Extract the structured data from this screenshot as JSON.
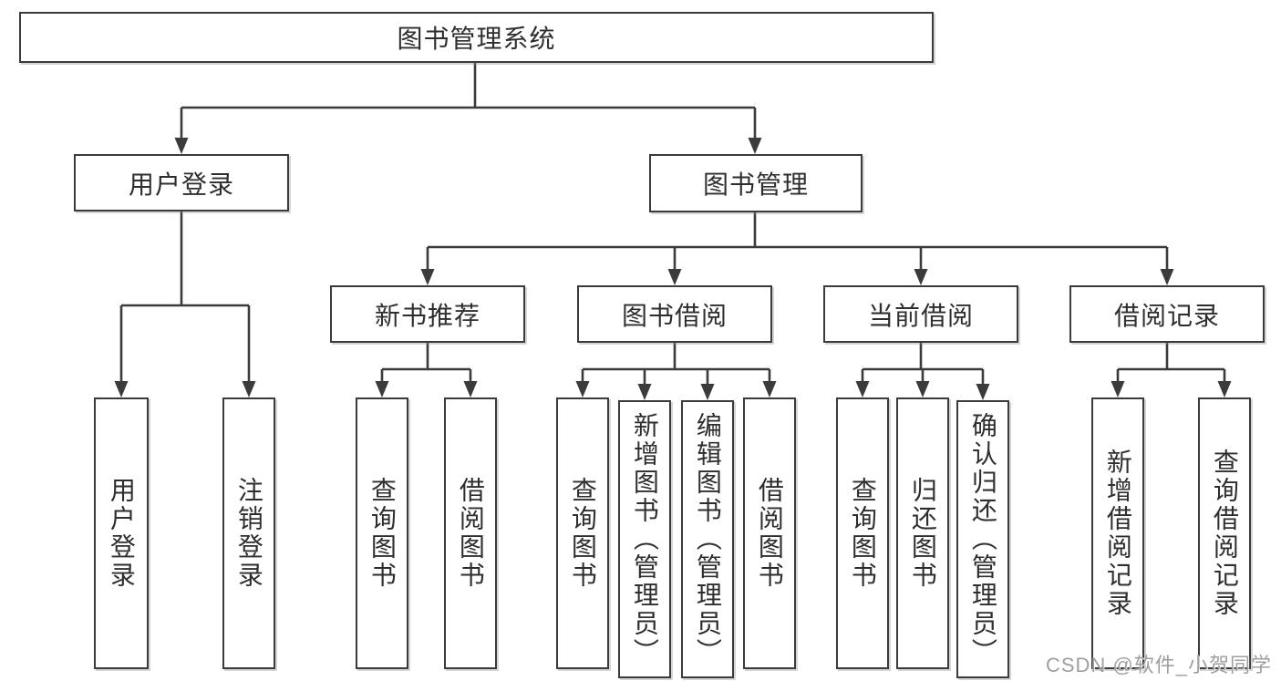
{
  "colors": {
    "line": "#3b3b3b",
    "box_border": "#3b3b3b",
    "box_fill": "#ffffff",
    "text": "#2e2e2e",
    "watermark": "#9f9f9f",
    "background": "#ffffff"
  },
  "tree": {
    "root": {
      "label": "图书管理系统"
    },
    "branches": [
      {
        "label": "用户登录",
        "children": [
          {
            "label": "用户登录"
          },
          {
            "label": "注销登录"
          }
        ]
      },
      {
        "label": "图书管理",
        "children": [
          {
            "label": "新书推荐",
            "children": [
              {
                "label": "查询图书"
              },
              {
                "label": "借阅图书"
              }
            ]
          },
          {
            "label": "图书借阅",
            "children": [
              {
                "label": "查询图书"
              },
              {
                "label": "新增图书（管理员）"
              },
              {
                "label": "编辑图书（管理员）"
              },
              {
                "label": "借阅图书"
              }
            ]
          },
          {
            "label": "当前借阅",
            "children": [
              {
                "label": "查询图书"
              },
              {
                "label": "归还图书"
              },
              {
                "label": "确认归还（管理员）"
              }
            ]
          },
          {
            "label": "借阅记录",
            "children": [
              {
                "label": "新增借阅记录"
              },
              {
                "label": "查询借阅记录"
              }
            ]
          }
        ]
      }
    ]
  },
  "watermark": {
    "text": "CSDN @软件_小贺同学"
  }
}
